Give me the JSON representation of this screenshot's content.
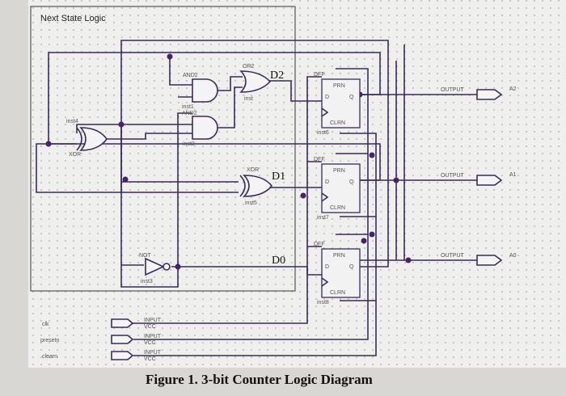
{
  "diagram": {
    "section_title": "Next State Logic",
    "figure_caption": "Figure 1. 3-bit Counter Logic Diagram",
    "signals": {
      "d2": "D2",
      "d1": "D1",
      "d0": "D0"
    },
    "gates": {
      "and_top_type": "AND2",
      "and_top_inst": "inst1",
      "and_bot_type": "AND2",
      "and_bot_inst": "inst2",
      "or_type": "OR2",
      "or_inst": "inst",
      "xor_left_type": "XOR",
      "xor_left_inst": "inst4",
      "xor_mid_type": "XOR",
      "xor_mid_inst": "inst5",
      "not_type": "NOT",
      "not_inst": "inst3"
    },
    "flipflops": [
      {
        "type": "DFF",
        "inst": "inst6",
        "prn": "PRN",
        "clrn": "CLRN",
        "d": "D",
        "q": "Q"
      },
      {
        "type": "DFF",
        "inst": "inst7",
        "prn": "PRN",
        "clrn": "CLRN",
        "d": "D",
        "q": "Q"
      },
      {
        "type": "DFF",
        "inst": "inst8",
        "prn": "PRN",
        "clrn": "CLRN",
        "d": "D",
        "q": "Q"
      }
    ],
    "outputs": [
      {
        "type": "OUTPUT",
        "name": "A2"
      },
      {
        "type": "OUTPUT",
        "name": "A1"
      },
      {
        "type": "OUTPUT",
        "name": "A0"
      }
    ],
    "inputs": [
      {
        "name": "clk",
        "type": "INPUT",
        "vcc": "VCC"
      },
      {
        "name": "presetn",
        "type": "INPUT",
        "vcc": "VCC"
      },
      {
        "name": "clearn",
        "type": "INPUT",
        "vcc": "VCC"
      }
    ]
  }
}
